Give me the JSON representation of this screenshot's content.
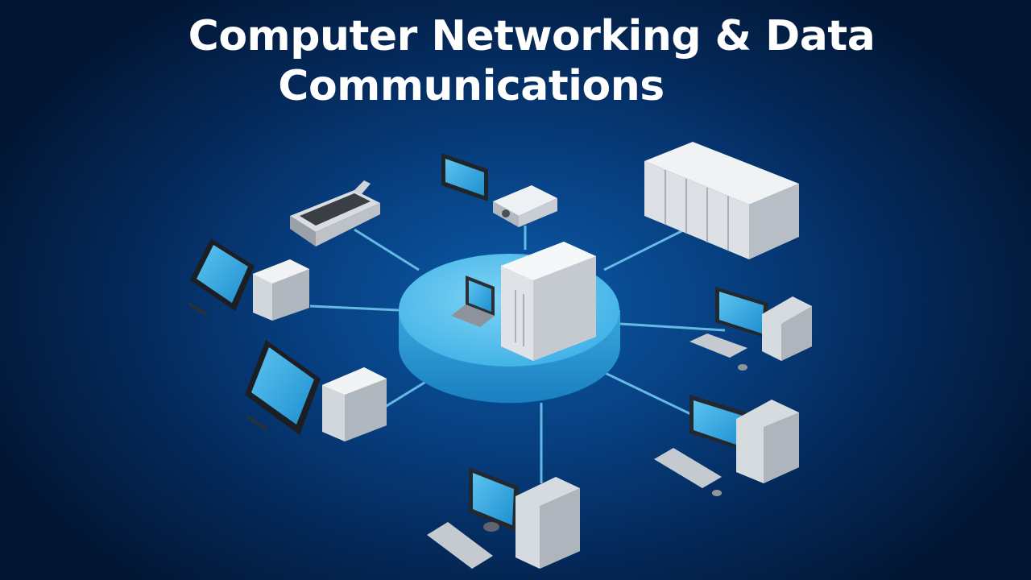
{
  "title": {
    "line1": "Computer Networking & Data",
    "line2": "Communications"
  },
  "colors": {
    "background": "#04295a",
    "hub": "#3fb4e6",
    "cable": "#6fc7ee",
    "screen": "#2fa8e6",
    "device": "#e4e8ec"
  },
  "nodes": [
    {
      "name": "scanner"
    },
    {
      "name": "monitor-and-projector"
    },
    {
      "name": "server-rack"
    },
    {
      "name": "tablet-with-tower-top"
    },
    {
      "name": "tablet-with-tower-bottom"
    },
    {
      "name": "desktop-right"
    },
    {
      "name": "desktop-bottom-right"
    },
    {
      "name": "desktop-bottom"
    },
    {
      "name": "central-server-and-laptop"
    }
  ]
}
